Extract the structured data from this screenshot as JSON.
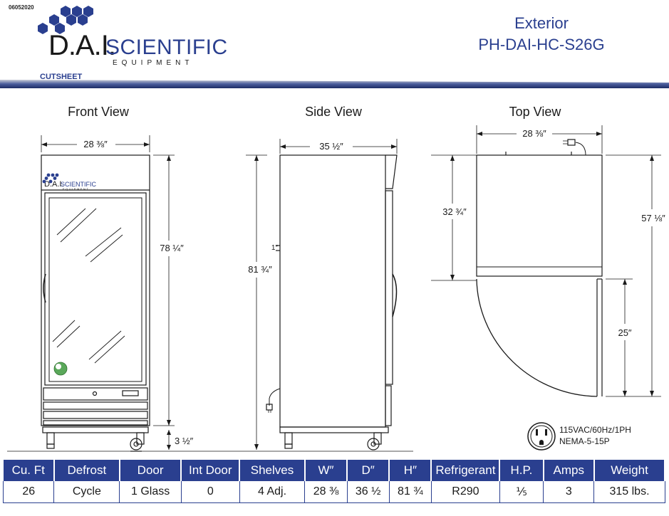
{
  "header": {
    "doc_code": "06052020",
    "logo_mark": "D.A.I.",
    "logo_word": "SCIENTIFIC",
    "logo_sub": "EQUIPMENT",
    "cutsheet": "CUTSHEET",
    "title": "Exterior",
    "model": "PH-DAI-HC-S26G"
  },
  "colors": {
    "brand_blue": "#2a3f8f",
    "line": "#1a1a1a"
  },
  "views": {
    "front": {
      "title": "Front View",
      "width": "28 ⅜″",
      "height": "78 ¼″",
      "base": "3 ½″",
      "mini_logo": "D.A.I.",
      "mini_logo_word": "SCIENTIFIC",
      "mini_logo_sub": "EQUIPMENT"
    },
    "side": {
      "title": "Side View",
      "depth": "35 ½″",
      "height": "81 ¾″",
      "side_mark": "1″"
    },
    "top": {
      "title": "Top View",
      "width": "28 ⅜″",
      "depth": "32 ¾″",
      "swing_total": "57 ⅛″",
      "door_swing": "25″"
    }
  },
  "power": {
    "line1": "115VAC/60Hz/1PH",
    "line2": "NEMA-5-15P",
    "icon": "nema-5-15-outlet-icon"
  },
  "spec_table": {
    "headers": [
      "Cu. Ft",
      "Defrost",
      "Door",
      "Int Door",
      "Shelves",
      "W″",
      "D″",
      "H″",
      "Refrigerant",
      "H.P.",
      "Amps",
      "Weight"
    ],
    "values": [
      "26",
      "Cycle",
      "1 Glass",
      "0",
      "4 Adj.",
      "28 ⅜",
      "36 ½",
      "81 ¾",
      "R290",
      "⅕",
      "3",
      "315 lbs."
    ]
  }
}
